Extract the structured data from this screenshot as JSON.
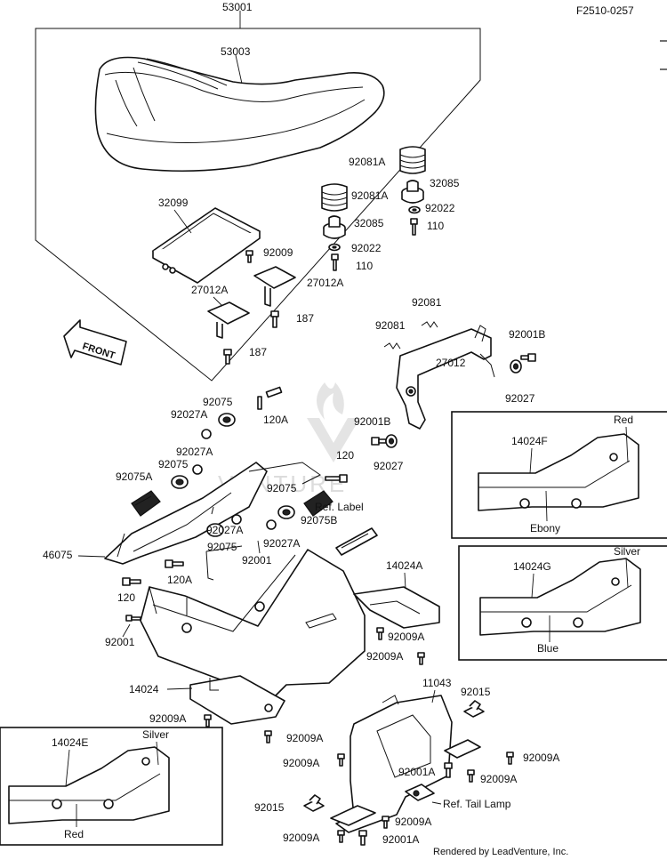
{
  "header": {
    "figure_code": "F2510-0257"
  },
  "footer": {
    "credit": "Rendered by LeadVenture, Inc."
  },
  "watermark": {
    "text": "VENTURE"
  },
  "front_arrow": {
    "label": "FRONT"
  },
  "callouts": {
    "seat_assembly": "53001",
    "seat_cover": "53003",
    "tray": "32099",
    "spring_a_top": "92081A",
    "spring_a_mid": "92081A",
    "damper_top": "32085",
    "damper_mid": "32085",
    "washer_top": "92022",
    "washer_mid": "92022",
    "bolt_110_top": "110",
    "bolt_110_mid": "110",
    "screw_92009_tray": "92009",
    "bracket_27012a_left": "27012A",
    "bracket_27012a_right": "27012A",
    "bolt_187_right": "187",
    "bolt_187_left": "187",
    "spring_92081_top": "92081",
    "spring_92081_left": "92081",
    "hinge_27012": "27012",
    "bolt_92001b_right": "92001B",
    "nut_92027_right": "92027",
    "bolt_92001b_mid": "92001B",
    "nut_92027_mid": "92027",
    "bolt_120a_top": "120A",
    "collar_92075_top": "92075",
    "nut_92027a_top": "92027A",
    "nut_92027a_2": "92027A",
    "collar_92075_2": "92075",
    "grip_92075a": "92075A",
    "bolt_120_right": "120",
    "collar_92075_3": "92075",
    "grip_92075b": "92075B",
    "nut_92027a_3": "92027A",
    "nut_92027a_4": "92027A",
    "collar_92075_4": "92075",
    "bolt_92001_mid": "92001",
    "grab_rail": "46075",
    "bolt_120a_low": "120A",
    "bolt_120_left": "120",
    "bolt_92001_left": "92001",
    "ref_label": "Ref. Label",
    "cover_14024a": "14024A",
    "screw_92009a_1": "92009A",
    "screw_92009a_2": "92009A",
    "cover_14024": "14024",
    "screw_92009a_3": "92009A",
    "screw_92009a_4": "92009A",
    "bracket_11043": "11043",
    "nut_92015_right": "92015",
    "screw_92009a_5": "92009A",
    "screw_92009a_6": "92009A",
    "bolt_92001a_1": "92001A",
    "screw_92009a_7": "92009A",
    "ref_tail_lamp": "Ref. Tail Lamp",
    "nut_92015_left": "92015",
    "screw_92009a_8": "92009A",
    "screw_92009a_9": "92009A",
    "bolt_92001a_2": "92001A"
  },
  "variant_boxes": [
    {
      "part": "14024F",
      "top_color": "Red",
      "bottom_color": "Ebony"
    },
    {
      "part": "14024G",
      "top_color": "Silver",
      "bottom_color": "Blue"
    },
    {
      "part": "14024E",
      "top_color": "Silver",
      "bottom_color": "Red"
    }
  ]
}
